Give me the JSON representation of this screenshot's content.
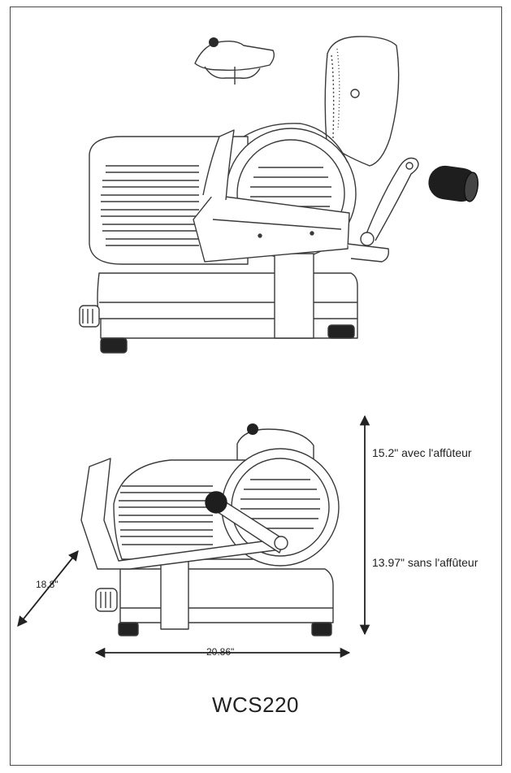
{
  "dimensions": {
    "height_with_sharpener": "15.2\" avec l'affûteur",
    "height_without_sharpener": "13.97\" sans l'affûteur",
    "depth": "18.8\"",
    "width": "20.86\""
  },
  "model": "WCS220",
  "colors": {
    "line": "#3a3a3a",
    "frame": "#4a4a4a",
    "knob": "#1e1e1e"
  }
}
